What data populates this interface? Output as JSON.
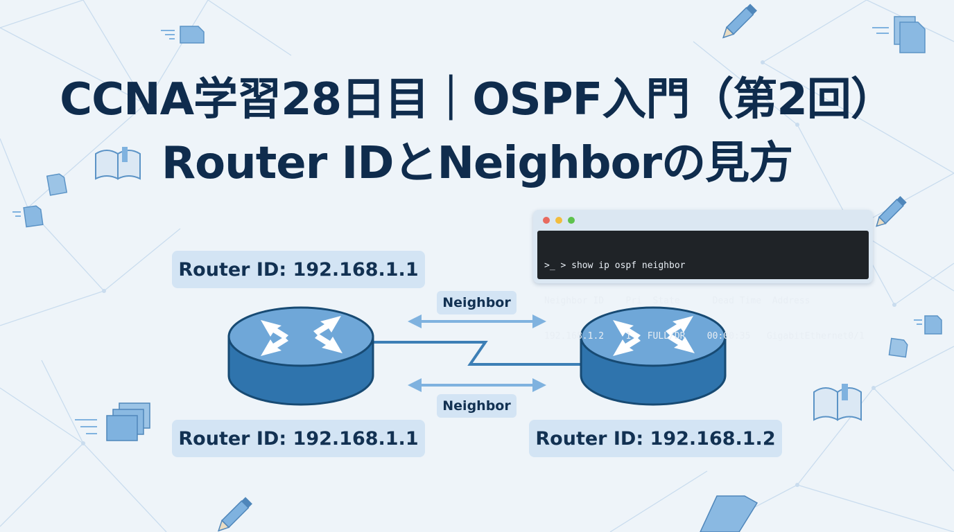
{
  "title": {
    "line1": "CCNA学習28日目｜OSPF入門（第2回）",
    "line2": "Router IDとNeighborの見方"
  },
  "diagram": {
    "router_id_top": "Router ID: 192.168.1.1",
    "router_id_left": "Router ID: 192.168.1.1",
    "router_id_right": "Router ID: 192.168.1.2",
    "neighbor_top": "Neighbor",
    "neighbor_bottom": "Neighbor"
  },
  "terminal": {
    "command": ">_ > show ip ospf neighbor",
    "header": "Neighbor ID    Pri  State      Dead Time  Address",
    "row": "192.168.1.2    1   FULL/DR    00:00:35   GigabitEthernet0/1"
  },
  "colors": {
    "title": "#0f2c4d",
    "label_bg": "#d3e4f4",
    "router_top": "#6fa7d8",
    "router_side": "#2f74ad",
    "router_outline": "#174a73",
    "arrow": "#7fb2df",
    "link": "#3d7fb6"
  },
  "icons": [
    "pencil-icon",
    "document-icon",
    "book-icon",
    "router-arrows-icon"
  ]
}
